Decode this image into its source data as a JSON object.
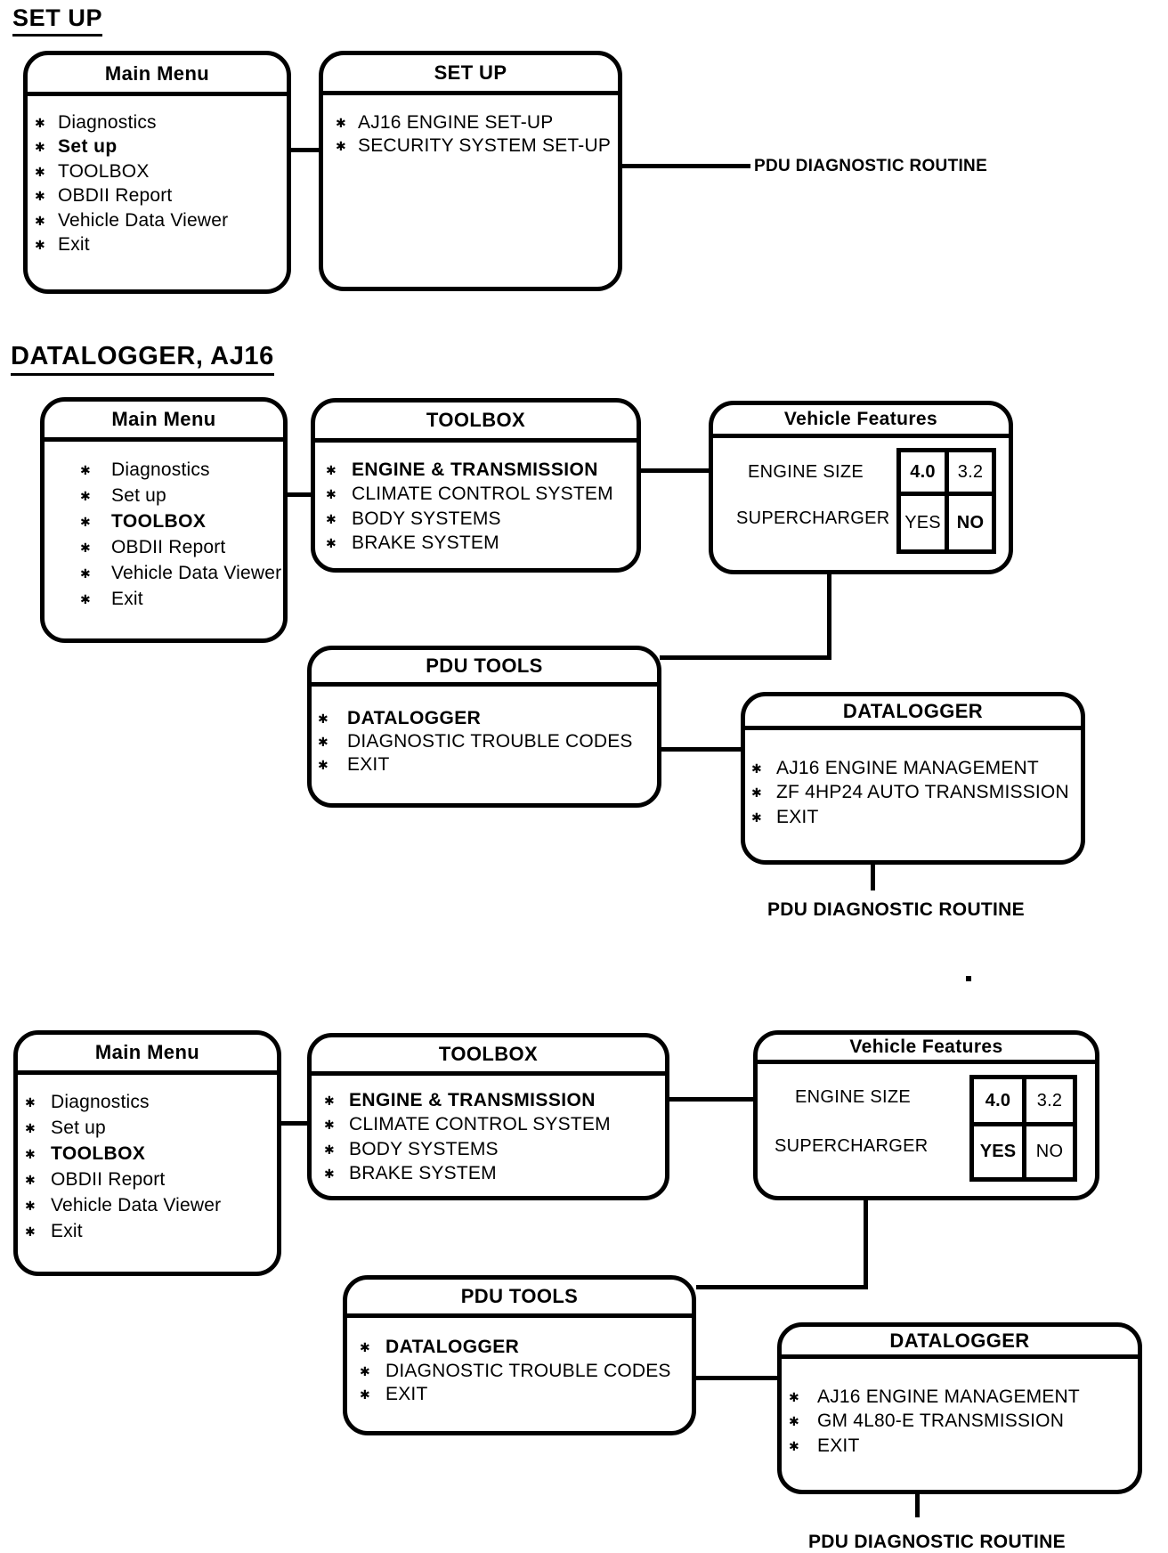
{
  "bullet_glyph": "✱",
  "s1": {
    "heading": "SET UP",
    "main_menu": {
      "title": "Main Menu",
      "items": [
        {
          "label": "Diagnostics",
          "emphasis": false
        },
        {
          "label": "Set up",
          "emphasis": true
        },
        {
          "label": "TOOLBOX",
          "emphasis": false
        },
        {
          "label": "OBDII Report",
          "emphasis": false
        },
        {
          "label": "Vehicle Data Viewer",
          "emphasis": false
        },
        {
          "label": "Exit",
          "emphasis": false
        }
      ]
    },
    "setup_menu": {
      "title": "SET UP",
      "items": [
        {
          "label": "AJ16 ENGINE SET-UP",
          "emphasis": false
        },
        {
          "label": "SECURITY SYSTEM SET-UP",
          "emphasis": false
        }
      ]
    },
    "pdu_routine_label": "PDU DIAGNOSTIC ROUTINE"
  },
  "s2": {
    "heading": "DATALOGGER, AJ16",
    "main_menu": {
      "title": "Main Menu",
      "items": [
        {
          "label": "Diagnostics",
          "emphasis": false
        },
        {
          "label": "Set up",
          "emphasis": false
        },
        {
          "label": "TOOLBOX",
          "emphasis": true
        },
        {
          "label": "OBDII Report",
          "emphasis": false
        },
        {
          "label": "Vehicle Data Viewer",
          "emphasis": false
        },
        {
          "label": "Exit",
          "emphasis": false
        }
      ]
    },
    "toolbox": {
      "title": "TOOLBOX",
      "items": [
        {
          "label": "ENGINE & TRANSMISSION",
          "emphasis": true
        },
        {
          "label": "CLIMATE CONTROL SYSTEM",
          "emphasis": false
        },
        {
          "label": "BODY SYSTEMS",
          "emphasis": false
        },
        {
          "label": "BRAKE SYSTEM",
          "emphasis": false
        }
      ]
    },
    "vehicle_features": {
      "title": "Vehicle Features",
      "rows": [
        {
          "label": "ENGINE SIZE",
          "options": [
            {
              "value": "4.0",
              "selected": true
            },
            {
              "value": "3.2",
              "selected": false
            }
          ]
        },
        {
          "label": "SUPERCHARGER",
          "options": [
            {
              "value": "YES",
              "selected": false
            },
            {
              "value": "NO",
              "selected": true
            }
          ]
        }
      ]
    },
    "pdu_tools": {
      "title": "PDU TOOLS",
      "items": [
        {
          "label": "DATALOGGER",
          "emphasis": true
        },
        {
          "label": "DIAGNOSTIC TROUBLE CODES",
          "emphasis": false
        },
        {
          "label": "EXIT",
          "emphasis": false
        }
      ]
    },
    "datalogger": {
      "title": "DATALOGGER",
      "items": [
        {
          "label": "AJ16 ENGINE MANAGEMENT",
          "emphasis": false
        },
        {
          "label": "ZF 4HP24 AUTO TRANSMISSION",
          "emphasis": false
        },
        {
          "label": "EXIT",
          "emphasis": false
        }
      ]
    },
    "pdu_routine_label": "PDU DIAGNOSTIC ROUTINE"
  },
  "s3": {
    "main_menu": {
      "title": "Main Menu",
      "items": [
        {
          "label": "Diagnostics",
          "emphasis": false
        },
        {
          "label": "Set up",
          "emphasis": false
        },
        {
          "label": "TOOLBOX",
          "emphasis": true
        },
        {
          "label": "OBDII Report",
          "emphasis": false
        },
        {
          "label": "Vehicle Data Viewer",
          "emphasis": false
        },
        {
          "label": "Exit",
          "emphasis": false
        }
      ]
    },
    "toolbox": {
      "title": "TOOLBOX",
      "items": [
        {
          "label": "ENGINE & TRANSMISSION",
          "emphasis": true
        },
        {
          "label": "CLIMATE CONTROL SYSTEM",
          "emphasis": false
        },
        {
          "label": "BODY SYSTEMS",
          "emphasis": false
        },
        {
          "label": "BRAKE SYSTEM",
          "emphasis": false
        }
      ]
    },
    "vehicle_features": {
      "title": "Vehicle Features",
      "rows": [
        {
          "label": "ENGINE SIZE",
          "options": [
            {
              "value": "4.0",
              "selected": true
            },
            {
              "value": "3.2",
              "selected": false
            }
          ]
        },
        {
          "label": "SUPERCHARGER",
          "options": [
            {
              "value": "YES",
              "selected": true
            },
            {
              "value": "NO",
              "selected": false
            }
          ]
        }
      ]
    },
    "pdu_tools": {
      "title": "PDU TOOLS",
      "items": [
        {
          "label": "DATALOGGER",
          "emphasis": true
        },
        {
          "label": "DIAGNOSTIC TROUBLE CODES",
          "emphasis": false
        },
        {
          "label": "EXIT",
          "emphasis": false
        }
      ]
    },
    "datalogger": {
      "title": "DATALOGGER",
      "items": [
        {
          "label": "AJ16 ENGINE MANAGEMENT",
          "emphasis": false
        },
        {
          "label": "GM 4L80-E TRANSMISSION",
          "emphasis": false
        },
        {
          "label": "EXIT",
          "emphasis": false
        }
      ]
    },
    "pdu_routine_label": "PDU DIAGNOSTIC ROUTINE"
  }
}
